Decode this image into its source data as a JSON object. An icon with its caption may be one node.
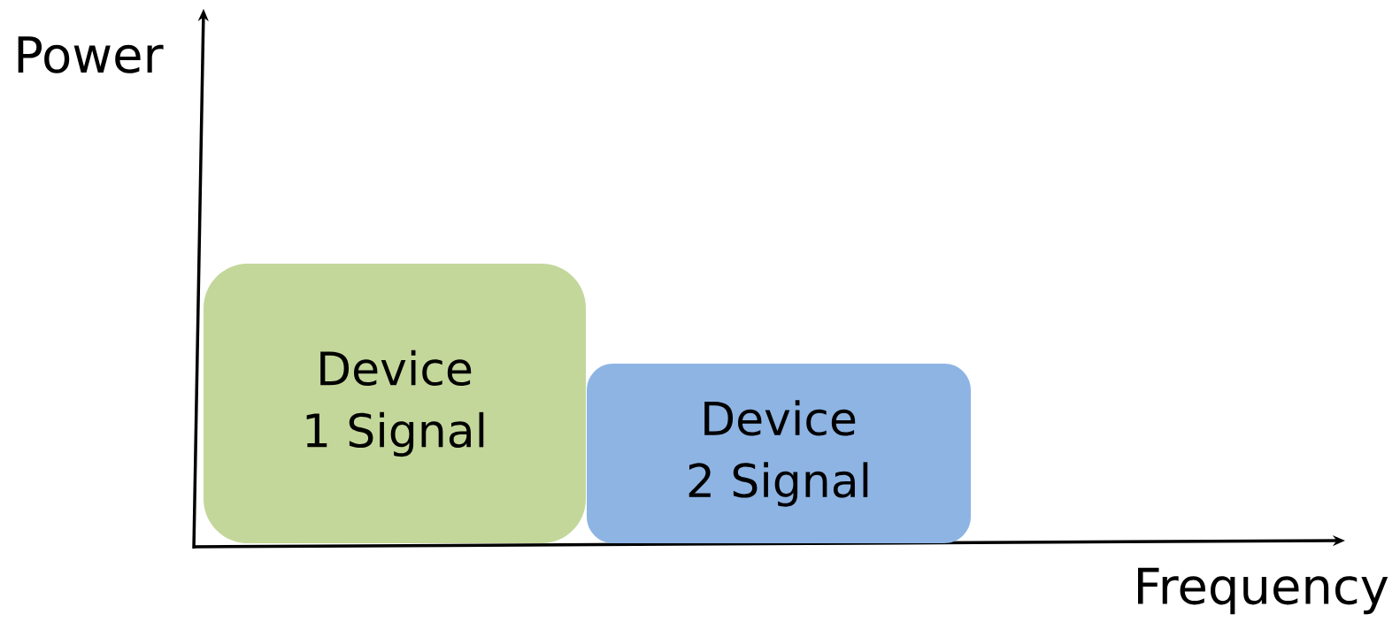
{
  "diagram": {
    "nodes": [
      {
        "text": [
          "Device 1 Signal"
        ]
      },
      {
        "text": [
          "Device 2 Signal"
        ]
      }
    ],
    "labels": [
      "Power",
      "Frequency"
    ]
  }
}
